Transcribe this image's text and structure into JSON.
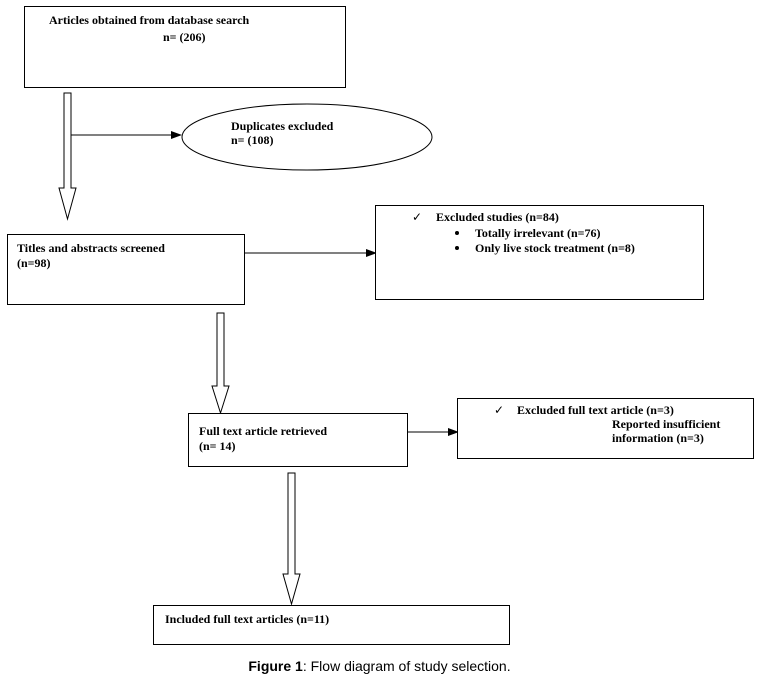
{
  "boxes": {
    "search": {
      "title": "Articles obtained from database search",
      "count": "n= (206)"
    },
    "duplicates": {
      "title": "Duplicates excluded",
      "count": "n= (108)"
    },
    "titles": {
      "title": "Titles and abstracts screened",
      "count": "(n=98)"
    },
    "excluded_studies": {
      "title": "Excluded studies (n=84)",
      "items": [
        "Totally irrelevant (n=76)",
        "Only live stock treatment (n=8)"
      ]
    },
    "full_text": {
      "title": "Full text article retrieved",
      "count": "(n= 14)"
    },
    "excluded_full": {
      "title": "Excluded full text article (n=3)",
      "line2": "Reported insufficient",
      "line3": "information (n=3)"
    },
    "included": {
      "title": "Included full text articles (n=11)"
    }
  },
  "symbols": {
    "check": "✓"
  },
  "caption": {
    "label": "Figure 1",
    "text": ": Flow diagram of study selection."
  }
}
